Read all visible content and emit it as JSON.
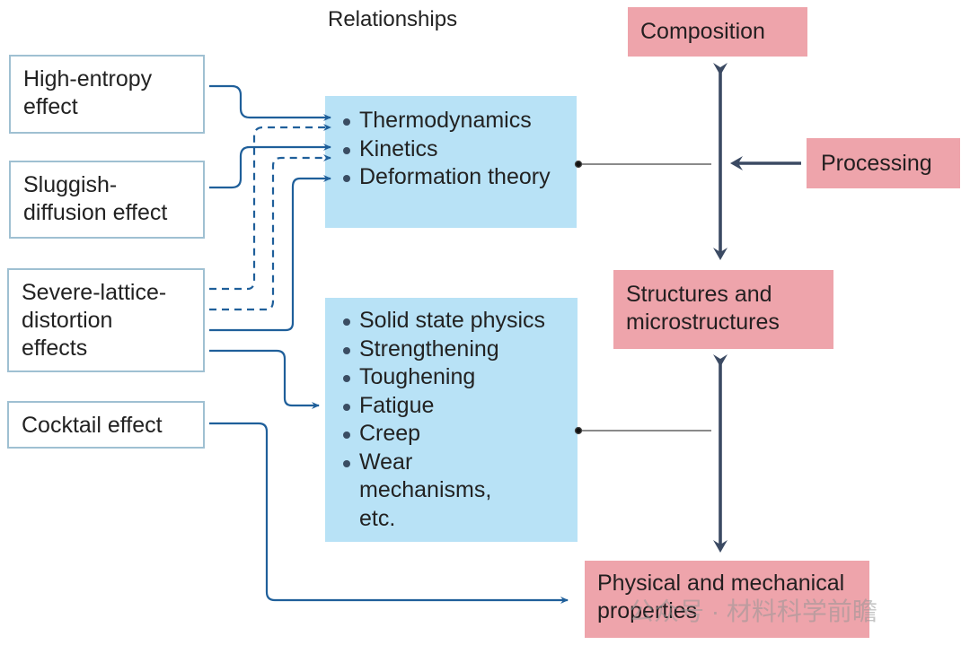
{
  "title": "Relationships",
  "effects": [
    {
      "label": "High-entropy effect"
    },
    {
      "label": "Sluggish-diffusion effect"
    },
    {
      "label": "Severe-lattice-distortion effects"
    },
    {
      "label": "Cocktail effect"
    }
  ],
  "theory_box": {
    "items": [
      "Thermodynamics",
      "Kinetics",
      "Deformation theory"
    ]
  },
  "properties_box": {
    "items": [
      "Solid state physics",
      "Strengthening",
      "Toughening",
      "Fatigue",
      "Creep",
      "Wear mechanisms, etc."
    ]
  },
  "pillars": {
    "composition": "Composition",
    "processing": "Processing",
    "structures": "Structures and microstructures",
    "properties": "Physical and mechanical properties"
  },
  "watermark": "公众号 · 材料科学前瞻",
  "colors": {
    "effect_border": "#9fc0d2",
    "theory_fill": "#b8e2f6",
    "pillar_fill": "#eea4ab",
    "connector": "#1f5f9a",
    "axis_arrow": "#3b4a63"
  }
}
